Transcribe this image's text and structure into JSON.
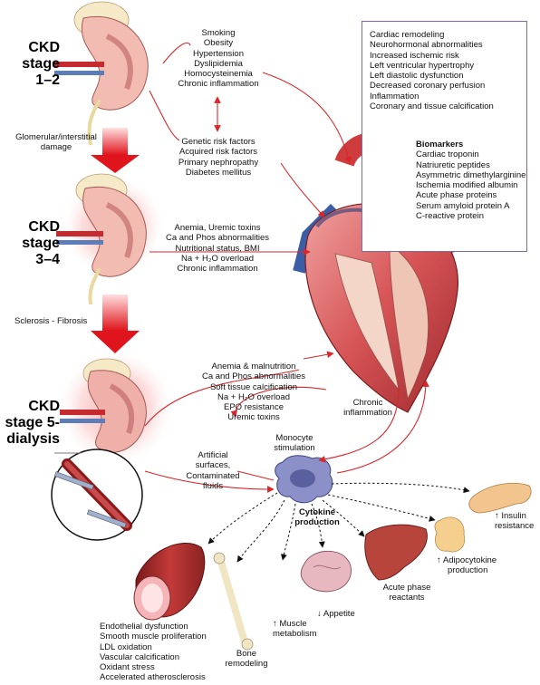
{
  "stages": {
    "s1": [
      "CKD",
      "stage 1–2"
    ],
    "s2": [
      "CKD",
      "stage 3–4"
    ],
    "s3": [
      "CKD",
      "stage 5-",
      "dialysis"
    ]
  },
  "transitions": {
    "t1": [
      "Glomerular/interstitial",
      "damage"
    ],
    "t2": "Sclerosis - Fibrosis"
  },
  "traditional_risks": [
    "Smoking",
    "Obesity",
    "Hypertension",
    "Dyslipidemia",
    "Homocysteinemia",
    "Chronic inflammation"
  ],
  "other_risks": [
    "Genetic risk factors",
    "Acquired risk factors",
    "Primary nephropathy",
    "Diabetes mellitus"
  ],
  "stage34_factors": [
    "Anemia, Uremic toxins",
    "Ca and Phos abnormalities",
    "Nutritional status, BMI",
    "Na + H₂O overload",
    "Chronic inflammation"
  ],
  "stage5_factors": [
    "Anemia & malnutrition",
    "Ca and Phos abnormalities",
    "Soft tissue calcification",
    "Na + H₂O overload",
    "EPO resistance",
    "Uremic toxins"
  ],
  "chronic_inflammation": [
    "Chronic",
    "inflammation"
  ],
  "artificial": [
    "Artificial",
    "surfaces,",
    "Contaminated",
    "fluids"
  ],
  "monocyte": [
    "Monocyte",
    "stimulation"
  ],
  "cytokine": [
    "Cytokine",
    "production"
  ],
  "cardiac_box": {
    "outcomes": [
      "Cardiac remodeling",
      "Neurohormonal abnormalities",
      "Increased ischemic risk",
      "Left ventricular hypertrophy",
      "Left diastolic dysfunction",
      "Decreased coronary perfusion",
      "Inflammation",
      "Coronary and tissue calcification"
    ],
    "biomarkers_title": "Biomarkers",
    "biomarkers": [
      "Cardiac troponin",
      "Natriuretic peptides",
      "Asymmetric dimethylarginine",
      "Ischemia modified albumin",
      "Acute phase proteins",
      "Serum amyloid protein A",
      "C-reactive protein"
    ]
  },
  "effects": {
    "insulin": [
      "↑ Insulin",
      "resistance"
    ],
    "adipocytokine": [
      "↑ Adipocytokine",
      "production"
    ],
    "acute_phase": [
      "Acute phase",
      "reactants"
    ],
    "appetite": "↓ Appetite",
    "muscle": [
      "↑ Muscle",
      "metabolism"
    ],
    "bone": [
      "Bone",
      "remodeling"
    ],
    "vascular": [
      "Endothelial dysfunction",
      "Smooth muscle proliferation",
      "LDL oxidation",
      "Vascular calcification",
      "Oxidant stress",
      "Accelerated atherosclerosis"
    ]
  },
  "colors": {
    "arrow_red": "#d8262a",
    "box_border": "#7b6aa6",
    "kidney": "#f0b4ac",
    "heart": "#c8464a",
    "monocyte": "#8b90c8"
  }
}
